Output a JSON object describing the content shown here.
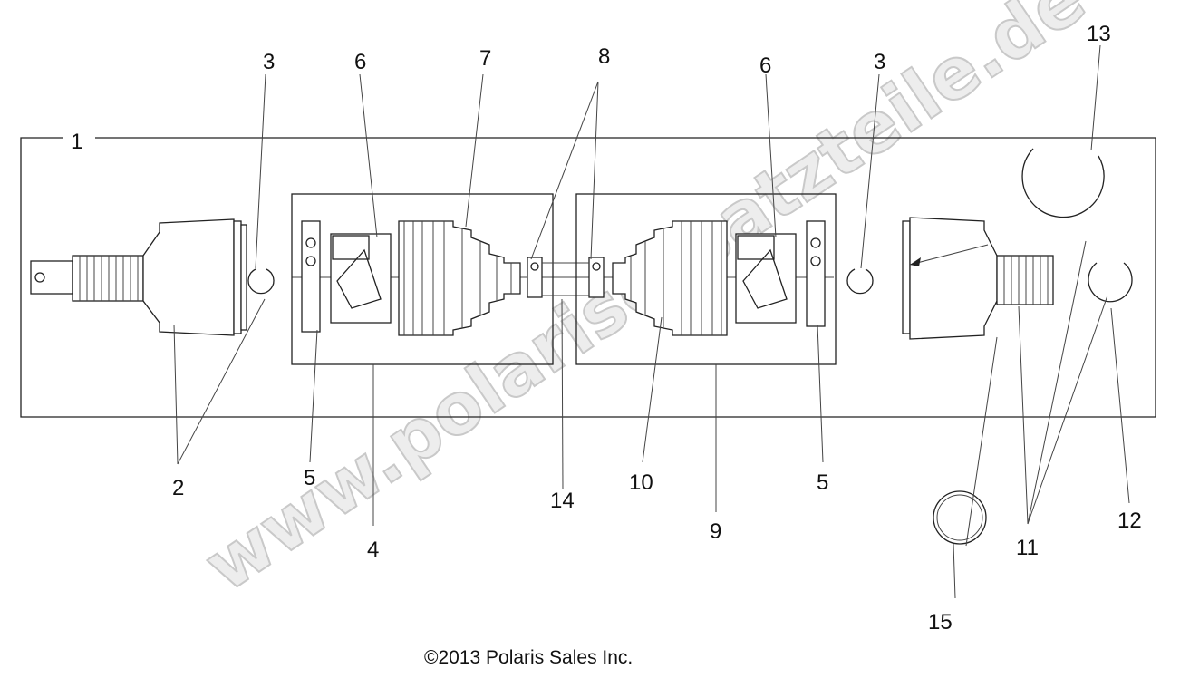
{
  "watermark": "www.polarisersatzteile.de",
  "copyright": "©2013 Polaris Sales Inc.",
  "callouts": {
    "c1": "1",
    "c2": "2",
    "c3a": "3",
    "c3b": "3",
    "c4": "4",
    "c5a": "5",
    "c5b": "5",
    "c6a": "6",
    "c6b": "6",
    "c7": "7",
    "c8": "8",
    "c9": "9",
    "c10": "10",
    "c11": "11",
    "c12": "12",
    "c13": "13",
    "c14": "14",
    "c15": "15"
  }
}
